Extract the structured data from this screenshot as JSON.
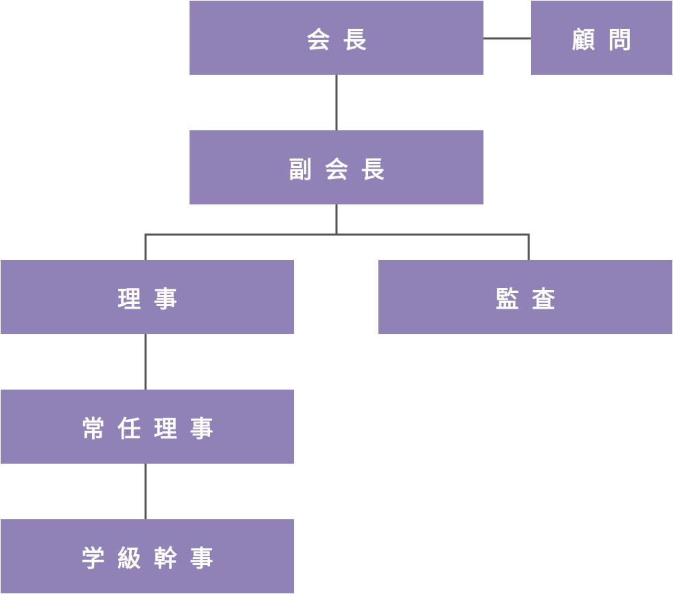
{
  "org_chart": {
    "president": {
      "label": "会長"
    },
    "advisor": {
      "label": "顧問"
    },
    "vice_president": {
      "label": "副会長"
    },
    "director": {
      "label": "理事"
    },
    "auditor": {
      "label": "監査"
    },
    "executive_director": {
      "label": "常任理事"
    },
    "class_representative": {
      "label": "学級幹事"
    }
  },
  "colors": {
    "box_fill": "#9082b7",
    "box_text": "#ffffff",
    "connector": "#555555"
  }
}
